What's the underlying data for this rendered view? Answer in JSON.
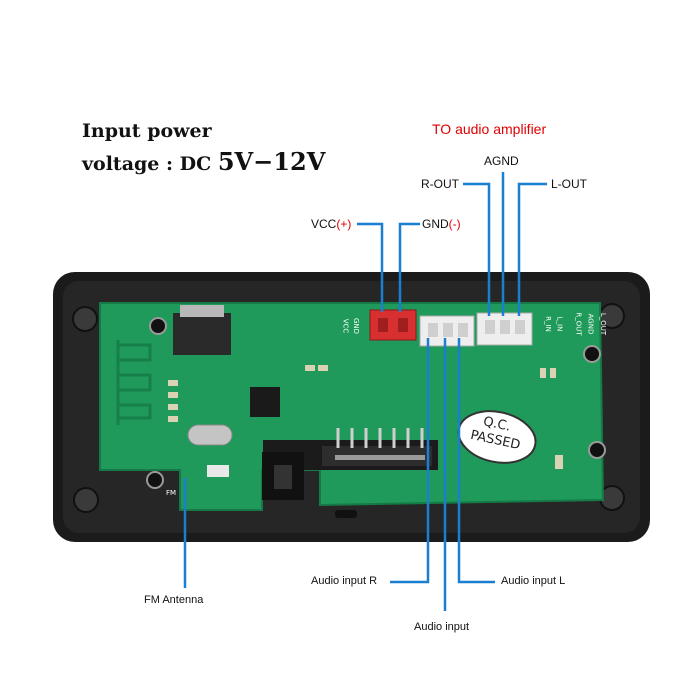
{
  "heading": {
    "line1": "Input power",
    "line2_prefix": "voltage : DC",
    "line2_voltage": "5V−12V"
  },
  "amplifier_title": "TO audio amplifier",
  "labels": {
    "agnd": "AGND",
    "r_out": "R-OUT",
    "l_out": "L-OUT",
    "vcc": "VCC",
    "vcc_sign": "(+)",
    "gnd": "GND",
    "gnd_sign": "(-)",
    "audio_input_r": "Audio input R",
    "audio_input_l": "Audio input L",
    "audio_input": "Audio input",
    "fm_antenna": "FM Antenna"
  },
  "board": {
    "stamp_line1": "Q.C.",
    "stamp_line2": "PASSED",
    "silk_vcc": "VCC",
    "silk_gnd": "GND",
    "silk_fm": "FM",
    "silk_r_in": "R_IN",
    "silk_l_in": "L_IN",
    "silk_r_out": "R_OUT",
    "silk_agnd": "AGND",
    "silk_l_out": "L_OUT"
  },
  "colors": {
    "pointer_blue": "#1a7fd0",
    "accent_red": "#e00000",
    "pcb_green": "#1f9a5a",
    "frame_black": "#1b1b1b"
  }
}
